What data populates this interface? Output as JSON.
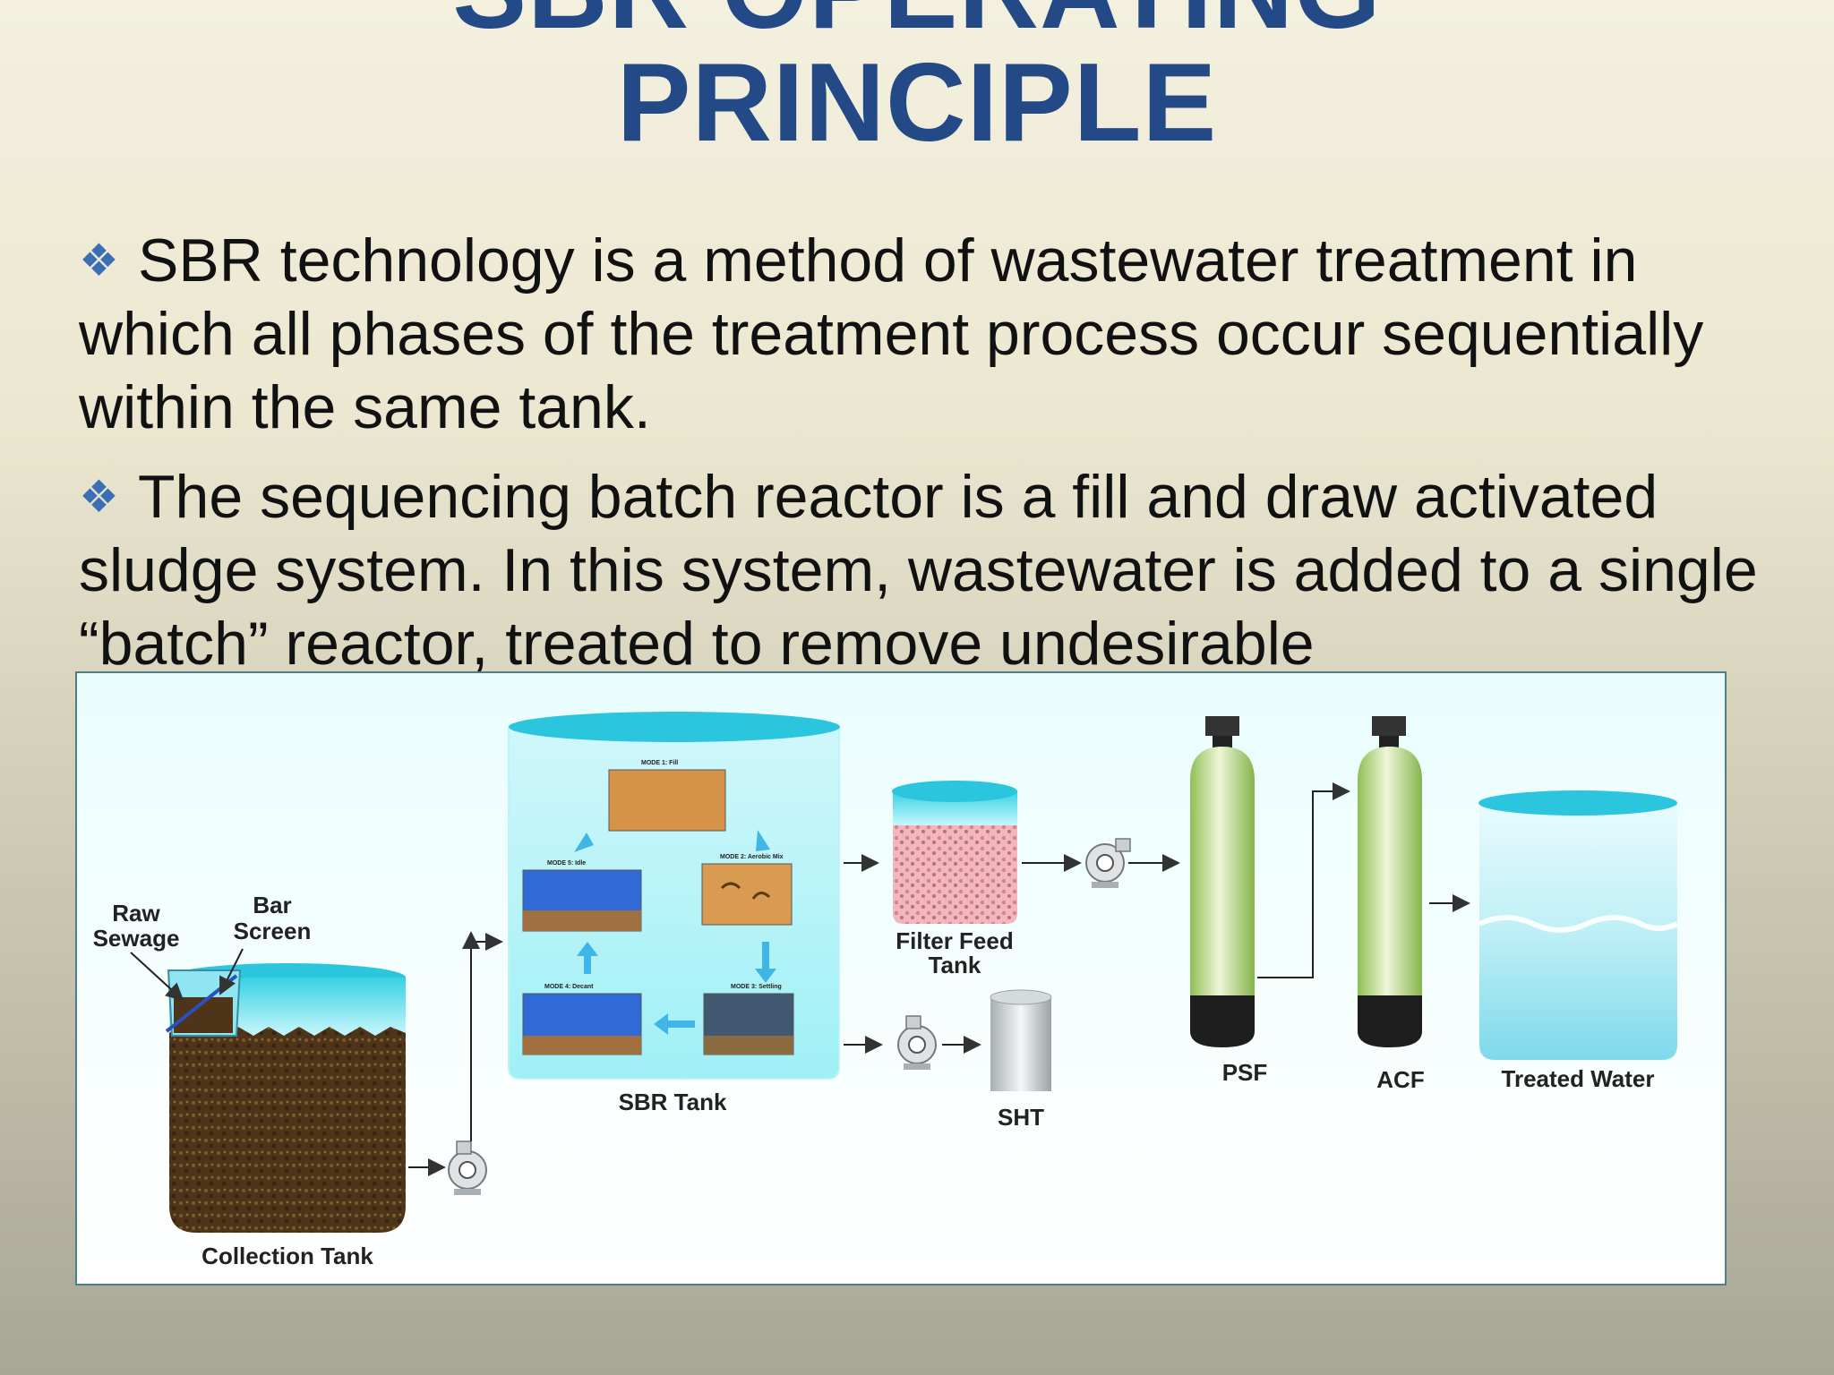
{
  "slide": {
    "title_line1": "SBR OPERATING",
    "title_line2": "PRINCIPLE",
    "bullets": [
      "SBR technology is a method of wastewater treatment in which all phases of the treatment process occur sequentially within the same tank.",
      "The sequencing batch reactor is a fill and draw activated sludge system. In this system, wastewater is added to a single “batch” reactor, treated to remove undesirable"
    ],
    "bullet_icon": "diamond-bullet-icon",
    "title_color": "#234a86"
  },
  "diagram": {
    "labels": {
      "raw_sewage_1": "Raw",
      "raw_sewage_2": "Sewage",
      "bar_screen_1": "Bar",
      "bar_screen_2": "Screen",
      "collection_tank": "Collection Tank",
      "sbr_tank": "SBR Tank",
      "filter_feed_1": "Filter Feed",
      "filter_feed_2": "Tank",
      "sht": "SHT",
      "psf": "PSF",
      "acf": "ACF",
      "treated_water": "Treated Water"
    },
    "modes": {
      "fill": "MODE 1: Fill",
      "aerobic": "MODE 2: Aerobic Mix",
      "settling": "MODE 3: Settling",
      "decant": "MODE 4: Decant",
      "idle": "MODE 5: Idle"
    }
  }
}
